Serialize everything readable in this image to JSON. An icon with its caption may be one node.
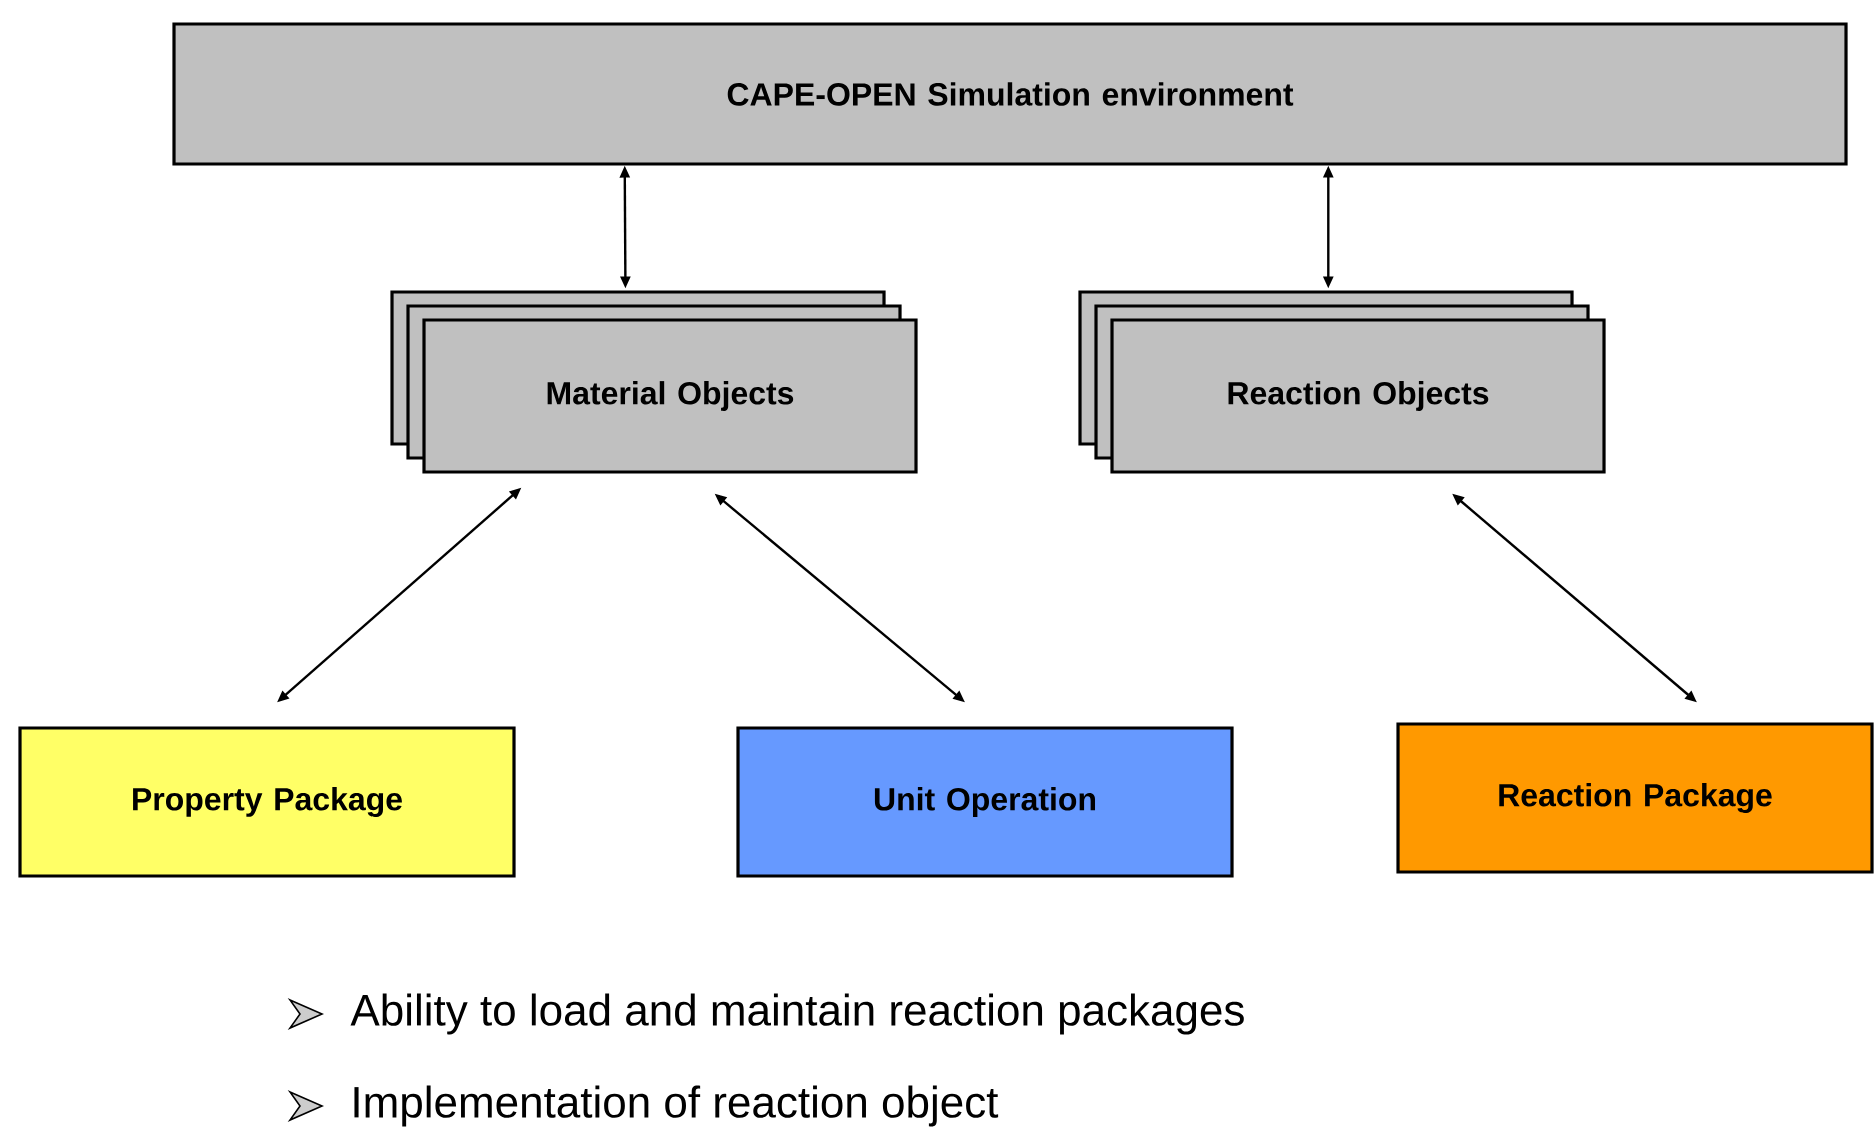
{
  "diagram": {
    "nodes": [
      {
        "text": [
          "CAPE-OPEN Simulation environment"
        ]
      },
      {
        "text": [
          "Material Objects"
        ]
      },
      {
        "text": [
          "Reaction Objects"
        ]
      },
      {
        "text": [
          "Property Package"
        ]
      },
      {
        "text": [
          "Unit Operation"
        ]
      },
      {
        "text": [
          "Reaction Package"
        ]
      }
    ],
    "edges": [
      {
        "from": 0,
        "to": 1,
        "arrow": "both"
      },
      {
        "from": 0,
        "to": 2,
        "arrow": "both"
      },
      {
        "from": 1,
        "to": 3,
        "arrow": "both"
      },
      {
        "from": 1,
        "to": 4,
        "arrow": "both"
      },
      {
        "from": 2,
        "to": 5,
        "arrow": "both"
      }
    ],
    "labels": [
      "Ability to load and maintain reaction packages",
      "Implementation of reaction object"
    ]
  }
}
